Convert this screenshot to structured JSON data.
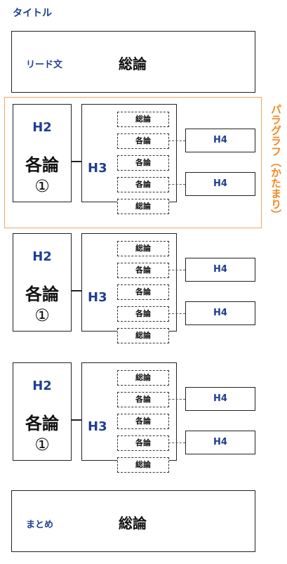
{
  "title": "タイトル",
  "intro": {
    "label": "リード文",
    "text": "総論"
  },
  "outro": {
    "label": "まとめ",
    "text": "総論"
  },
  "paragraph_label": "パラグラフ（かたまり）",
  "sections": [
    {
      "h2": "H2",
      "kakuron": "各論",
      "num": "①",
      "h3": "H3",
      "paragraphs": [
        "総論",
        "各論",
        "各論",
        "各論",
        "総論"
      ],
      "h4": [
        "H4",
        "H4"
      ]
    },
    {
      "h2": "H2",
      "kakuron": "各論",
      "num": "①",
      "h3": "H3",
      "paragraphs": [
        "総論",
        "各論",
        "各論",
        "各論",
        "総論"
      ],
      "h4": [
        "H4",
        "H4"
      ]
    },
    {
      "h2": "H2",
      "kakuron": "各論",
      "num": "①",
      "h3": "H3",
      "paragraphs": [
        "総論",
        "各論",
        "各論",
        "各論",
        "総論"
      ],
      "h4": [
        "H4",
        "H4"
      ]
    }
  ],
  "colors": {
    "heading_blue": "#1f3f8f",
    "paragraph_orange": "#f08a24"
  }
}
